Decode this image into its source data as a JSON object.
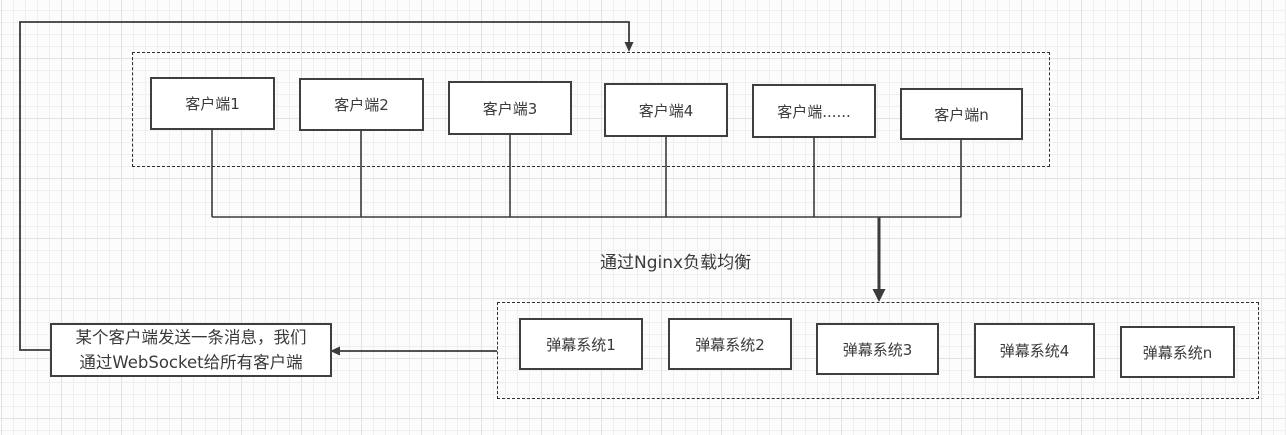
{
  "canvas": {
    "background": "#fcfcfc",
    "grid_minor_color": "#efefef",
    "grid_major_color": "#e2e2e2"
  },
  "colors": {
    "wire_stroke": "#3b3b3b",
    "node_border": "#3f3f3f",
    "node_fill": "#ffffff",
    "text": "#3a3a3a"
  },
  "clients_group": {
    "boxes": [
      "客户端1",
      "客户端2",
      "客户端3",
      "客户端4",
      "客户端......",
      "客户端n"
    ]
  },
  "danmaku_group": {
    "boxes": [
      "弹幕系统1",
      "弹幕系统2",
      "弹幕系统3",
      "弹幕系统4",
      "弹幕系统n"
    ]
  },
  "labels": {
    "load_balancer": "通过Nginx负载均衡"
  },
  "note": {
    "lines": [
      "某个客户端发送一条消息，我们",
      "通过WebSocket给所有客户端"
    ]
  }
}
